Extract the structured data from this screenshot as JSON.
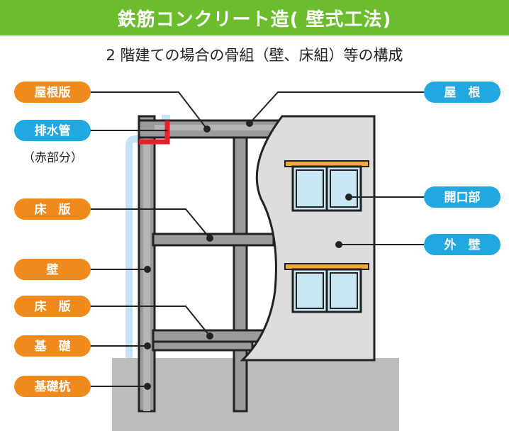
{
  "title": "鉄筋コンクリート造( 壁式工法)",
  "subtitle": "2 階建ての場合の骨組（壁、床組）等の構成",
  "note": "（赤部分）",
  "colors": {
    "header_green": "#6bbd2e",
    "label_orange": "#f08a1c",
    "label_blue": "#21a8e0",
    "frame_gray": "#9b9b9b",
    "wall_gray": "#dddddd",
    "ground_gray": "#bdbdbd",
    "pipe_red": "#e8202a",
    "pipe_blue": "#c6e3f5",
    "glass_blue": "#c9e6f5",
    "sill_orange": "#f2a93b"
  },
  "labels_left": [
    {
      "id": "roof-slab",
      "text": "屋根版"
    },
    {
      "id": "drain-pipe",
      "text": "排水管"
    },
    {
      "id": "floor-slab-2",
      "text": "床　版"
    },
    {
      "id": "wall",
      "text": "壁"
    },
    {
      "id": "floor-slab-1",
      "text": "床　版"
    },
    {
      "id": "foundation",
      "text": "基　礎"
    },
    {
      "id": "foundation-pile",
      "text": "基礎杭"
    }
  ],
  "labels_right": [
    {
      "id": "roof",
      "text": "屋　根"
    },
    {
      "id": "opening",
      "text": "開口部"
    },
    {
      "id": "exterior-wall",
      "text": "外　壁"
    }
  ]
}
